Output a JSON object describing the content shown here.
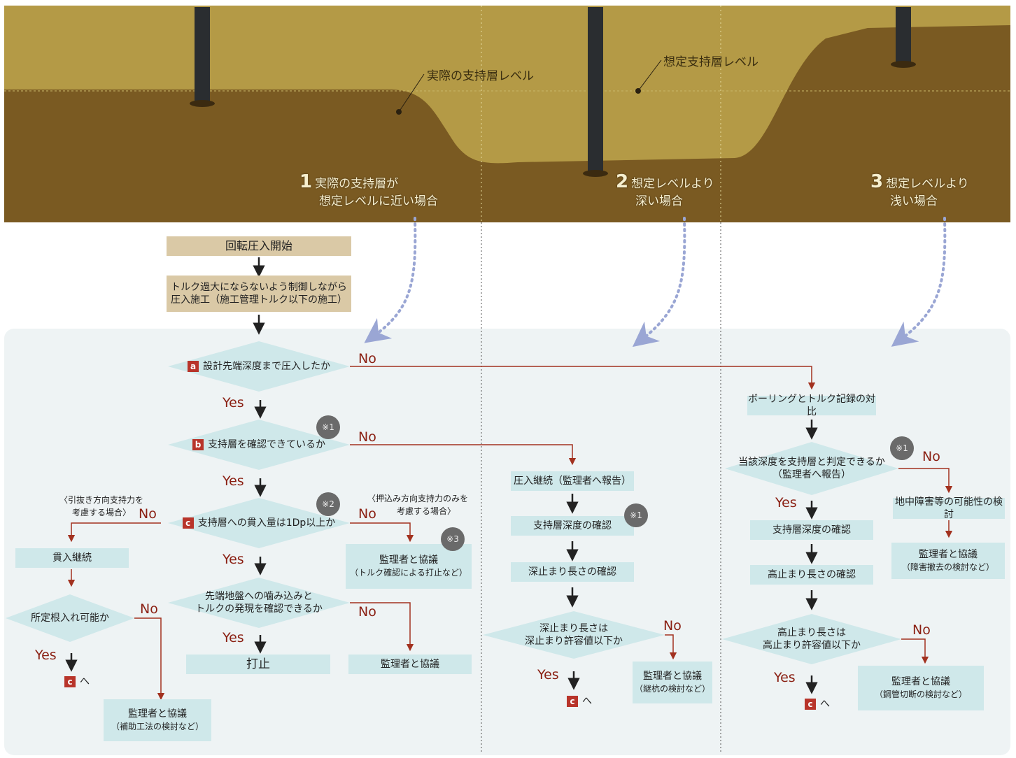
{
  "ground": {
    "actual_level_label": "実際の支持層レベル",
    "assumed_level_label": "想定支持層レベル"
  },
  "cases": [
    {
      "num": "1",
      "line1": "実際の支持層が",
      "line2": "想定レベルに近い場合"
    },
    {
      "num": "2",
      "line1": "想定レベルより",
      "line2": "深い場合"
    },
    {
      "num": "3",
      "line1": "想定レベルより",
      "line2": "浅い場合"
    }
  ],
  "flow": {
    "start": "回転圧入開始",
    "torque_control": {
      "line1": "トルク過大にならないよう制御しながら",
      "line2": "圧入施工（施工管理トルク以下の施工）"
    },
    "q_a": {
      "mark": "a",
      "text": "設計先端深度まで圧入したか"
    },
    "q_b": {
      "mark": "b",
      "text": "支持層を確認できているか"
    },
    "q_c": {
      "mark": "c",
      "text": "支持層への貫入量は1Dp以上か"
    },
    "q_tip": {
      "line1": "先端地盤への噛み込みと",
      "line2": "トルクの発現を確認できるか"
    },
    "stop": "打止",
    "left_note": {
      "line1": "〈引抜き方向支持力を",
      "line2": "考慮する場合〉"
    },
    "continue_pen": "貫入継続",
    "q_embed": "所定根入れ可能か",
    "consult_aux": {
      "line1": "監理者と協議",
      "line2": "（補助工法の検討など）"
    },
    "right_note": {
      "line1": "〈押込み方向支持力のみを",
      "line2": "考慮する場合〉"
    },
    "consult_torque": {
      "line1": "監理者と協議",
      "line2": "（トルク確認による打止など）"
    },
    "consult_plain": "監理者と協議",
    "col2_continue": "圧入継続（監理者へ報告）",
    "col2_depth": "支持層深度の確認",
    "col2_deep_len": "深止まり長さの確認",
    "col2_q": {
      "line1": "深止まり長さは",
      "line2": "深止まり許容値以下か"
    },
    "col2_consult": {
      "line1": "監理者と協議",
      "line2": "（継杭の検討など）"
    },
    "col3_compare": "ボーリングとトルク記録の対比",
    "col3_q1": {
      "line1": "当該深度を支持層と判定できるか",
      "line2": "（監理者へ報告）"
    },
    "col3_obstacle": "地中障害等の可能性の検討",
    "col3_consult_obs": {
      "line1": "監理者と協議",
      "line2": "（障害撤去の検討など）"
    },
    "col3_depth": "支持層深度の確認",
    "col3_high_len": "高止まり長さの確認",
    "col3_q2": {
      "line1": "高止まり長さは",
      "line2": "高止まり許容値以下か"
    },
    "col3_consult_cut": {
      "line1": "監理者と協議",
      "line2": "（鋼管切断の検討など）"
    },
    "yes": "Yes",
    "no": "No",
    "note1": "※1",
    "note2": "※2",
    "note3": "※3",
    "c_mark": "c",
    "c_suffix": "へ"
  },
  "colors": {
    "soil_dark": "#7a5a22",
    "soil_light": "#b59a45",
    "flow_bg": "#eef3f4",
    "box_blue": "#cfe8ea",
    "box_tan": "#dac9a6",
    "arrow_red": "#a2311f",
    "mark_red": "#b8342a"
  }
}
